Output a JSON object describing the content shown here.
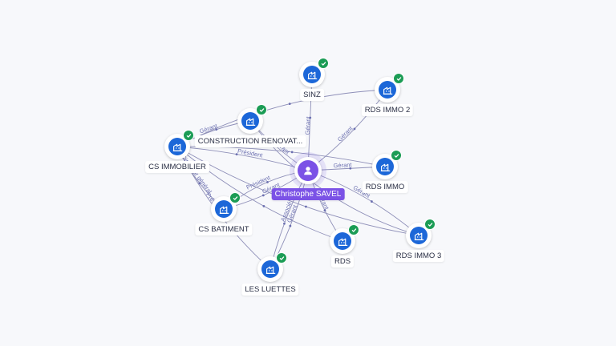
{
  "center": {
    "label": "Christophe SAVEL",
    "icon": "person-icon",
    "color": "#7b52e6"
  },
  "nodes": [
    {
      "key": "sinz",
      "label": "SINZ",
      "icon": "building-icon",
      "verified": true
    },
    {
      "key": "rds-immo-2",
      "label": "RDS IMMO 2",
      "icon": "building-icon",
      "verified": true
    },
    {
      "key": "construction",
      "label": "CONSTRUCTION RENOVAT...",
      "icon": "building-icon",
      "verified": true
    },
    {
      "key": "cs-immobilier",
      "label": "CS IMMOBILIER",
      "icon": "building-icon",
      "verified": true
    },
    {
      "key": "rds-immo",
      "label": "RDS IMMO",
      "icon": "building-icon",
      "verified": true
    },
    {
      "key": "cs-batiment",
      "label": "CS BATIMENT",
      "icon": "building-icon",
      "verified": true
    },
    {
      "key": "rds-immo-3",
      "label": "RDS IMMO 3",
      "icon": "building-icon",
      "verified": true
    },
    {
      "key": "rds",
      "label": "RDS",
      "icon": "building-icon",
      "verified": true
    },
    {
      "key": "les-luettes",
      "label": "LES LUETTES",
      "icon": "building-icon",
      "verified": true
    }
  ],
  "edges": [
    {
      "from": "center",
      "to": "sinz",
      "label": "Gérant"
    },
    {
      "from": "center",
      "to": "rds-immo-2",
      "label": "Gérant"
    },
    {
      "from": "center",
      "to": "construction",
      "label": "Gérant"
    },
    {
      "from": "center",
      "to": "cs-immobilier",
      "label": "Président"
    },
    {
      "from": "center",
      "to": "rds-immo",
      "label": "Gérant"
    },
    {
      "from": "center",
      "to": "cs-batiment",
      "label": "Gérant"
    },
    {
      "from": "center",
      "to": "rds-immo-3",
      "label": "Gérant"
    },
    {
      "from": "center",
      "to": "rds",
      "label": "Gérant"
    },
    {
      "from": "center",
      "to": "les-luettes",
      "label": "Gérant"
    },
    {
      "from": "center",
      "to": "les-luettes",
      "label": "Associé"
    },
    {
      "from": "cs-immobilier",
      "to": "construction",
      "label": "Gérant"
    },
    {
      "from": "cs-immobilier",
      "to": "cs-batiment",
      "label": "Directeur général"
    },
    {
      "from": "cs-immobilier",
      "to": "rds-immo-2",
      "label": ""
    },
    {
      "from": "cs-immobilier",
      "to": "rds-immo",
      "label": ""
    },
    {
      "from": "cs-immobilier",
      "to": "rds-immo-3",
      "label": ""
    },
    {
      "from": "cs-immobilier",
      "to": "rds",
      "label": ""
    },
    {
      "from": "cs-immobilier",
      "to": "les-luettes",
      "label": "Président"
    },
    {
      "from": "construction",
      "to": "rds-immo-3",
      "label": ""
    },
    {
      "from": "cs-batiment",
      "to": "center",
      "label": "Président"
    }
  ],
  "colors": {
    "company": "#1c67d8",
    "verified": "#1b9c55",
    "edge": "#8e8fb8",
    "edge_label": "#6b6fb0"
  }
}
